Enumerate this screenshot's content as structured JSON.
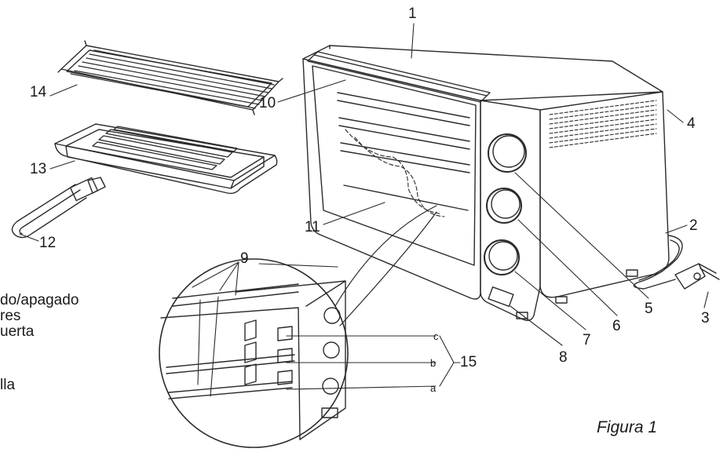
{
  "figure": {
    "caption": "Figura 1",
    "callouts": [
      "1",
      "2",
      "3",
      "4",
      "5",
      "6",
      "7",
      "8",
      "9",
      "10",
      "11",
      "12",
      "13",
      "14",
      "15"
    ],
    "level_letters": [
      "c",
      "b",
      "a"
    ],
    "cut_text": [
      "do/apagado",
      "res",
      "uerta",
      "lla"
    ]
  }
}
